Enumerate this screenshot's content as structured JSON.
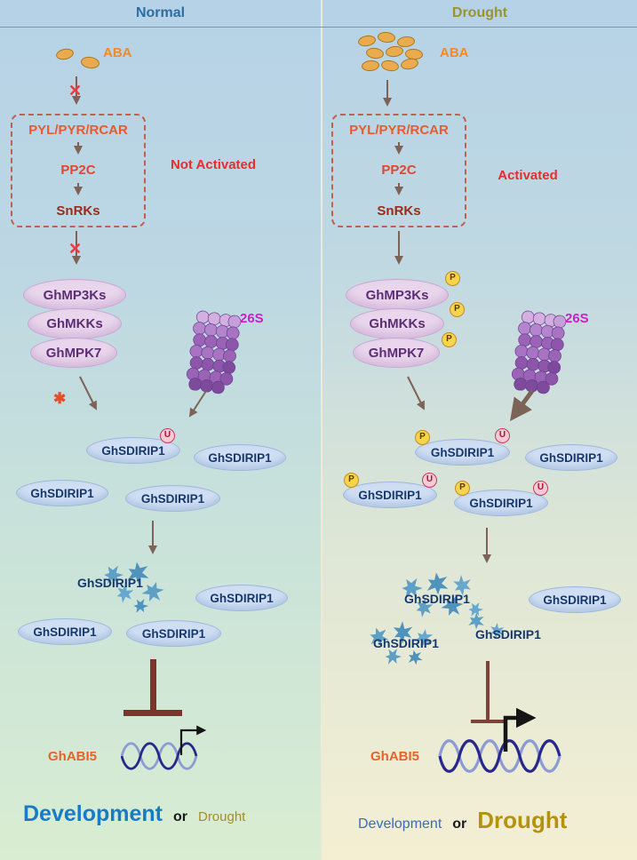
{
  "left": {
    "title": "Normal",
    "aba": "ABA",
    "receptor_1": "PYL/PYR/RCAR",
    "receptor_2": "PP2C",
    "receptor_3": "SnRKs",
    "status": "Not Activated",
    "kinase_1": "GhMP3Ks",
    "kinase_2": "GhMKKs",
    "kinase_3": "GhMPK7",
    "proteasome": "26S",
    "protein": "GhSDIRIP1",
    "ubiquitin": "U",
    "gene": "GhABI5",
    "outcome_development": "Development",
    "outcome_or": "or",
    "outcome_drought": "Drought"
  },
  "right": {
    "title": "Drought",
    "aba": "ABA",
    "receptor_1": "PYL/PYR/RCAR",
    "receptor_2": "PP2C",
    "receptor_3": "SnRKs",
    "status": "Activated",
    "kinase_1": "GhMP3Ks",
    "kinase_2": "GhMKKs",
    "kinase_3": "GhMPK7",
    "proteasome": "26S",
    "protein": "GhSDIRIP1",
    "phospho": "P",
    "ubiquitin": "U",
    "gene": "GhABI5",
    "outcome_development": "Development",
    "outcome_or": "or",
    "outcome_drought": "Drought"
  },
  "colors": {
    "normal_title": "#2e6da4",
    "drought_title": "#99952b",
    "aba_label": "#f08a2a",
    "activation_status_red": "#e62e2e",
    "proteasome_label_magenta": "#cb1ecb",
    "gene_label_orange": "#e8622a",
    "development_blue": "#187ac8",
    "drought_olive": "#b3920e",
    "protein_ellipse_blue": "#cfdef2",
    "kinase_ellipse_pink": "#e9d6ec"
  }
}
